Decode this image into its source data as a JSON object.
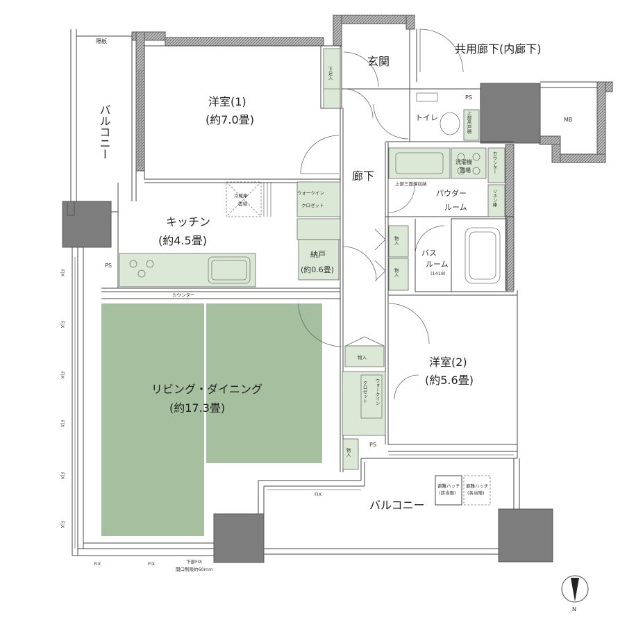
{
  "rooms": {
    "western1_name": "洋室(1)",
    "western1_size": "(約7.0畳)",
    "western2_name": "洋室(2)",
    "western2_size": "(約5.6畳)",
    "kitchen_name": "キッチン",
    "kitchen_size": "(約4.5畳)",
    "living_name": "リビング・ダイニング",
    "living_size": "(約17.3畳)",
    "storage_name": "納戸",
    "storage_size": "(約0.6畳)",
    "entrance": "玄関",
    "corridor": "廊下",
    "toilet": "トイレ",
    "powder_line1": "パウダー",
    "powder_line2": "ルーム",
    "bath_line1": "バス",
    "bath_line2": "ルーム",
    "bath_size": "(1418)"
  },
  "labels": {
    "common_corridor": "共用廊下(内廊下)",
    "balcony_west": "バルコニー",
    "balcony_south": "バルコニー",
    "partition": "隔板",
    "mb": "MB",
    "ps": "PS",
    "counter": "カウンター",
    "counter_vertical": "カウンター",
    "linen": "リネン庫",
    "fridge_line1": "冷蔵庫",
    "fridge_line2": "置場",
    "washer_line1": "洗濯機",
    "washer_line2": "置場",
    "wic_line1": "ウォークイン",
    "wic_line2": "クロゼット",
    "wic2_line1": "ウォークイン",
    "wic2_line2": "クロゼット",
    "storage_item": "物入",
    "shoe_box": "下足入",
    "upper_cabinet": "上部吊戸棚",
    "upper_mirror": "上部三面鏡収納",
    "fix": "FIX",
    "fix_vertical": "F|X",
    "lower_fix_line1": "下部FIX",
    "lower_fix_line2": "開口制限約60mm",
    "hatch_lower": "避難ハッチ",
    "hatch_lower_sub": "(該当階)",
    "hatch_upper": "避難ハッチ",
    "hatch_upper_sub": "(各当階)",
    "compass": "N"
  }
}
